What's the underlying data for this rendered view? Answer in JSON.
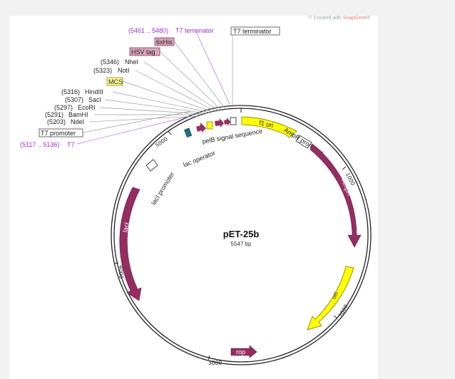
{
  "watermark": {
    "prefix": "Created with ",
    "brand": "SnapGene",
    "suffix": "®"
  },
  "plasmid": {
    "name": "pET-25b",
    "size": "5547 bp"
  },
  "ticks": [
    "1000",
    "2000",
    "3000",
    "4000",
    "5000"
  ],
  "colors": {
    "magenta": "#952d62",
    "yellow": "#ffff00",
    "leader_purple": "#b569e0",
    "leader_gray": "#9a9a9a",
    "label_purple": "#9d2fc8"
  },
  "features": {
    "f1_ori": "f1 ori",
    "ampr_promoter": "AmpR promoter",
    "ampr": "AmpR",
    "ori": "ori",
    "rop": "rop",
    "laci": "lacI",
    "laci_promoter": "lacI promoter",
    "lac_operator": "lac operator",
    "pelb": "pelB signal sequence"
  },
  "callouts": [
    {
      "range": "(5461 .. 5480)",
      "name": "T7 terminator"
    },
    {
      "name": "T7 terminator"
    },
    {
      "name": "6xHis"
    },
    {
      "name": "HSV tag"
    },
    {
      "pos": "(5346)",
      "name": "NheI"
    },
    {
      "pos": "(5323)",
      "name": "NotI"
    },
    {
      "name": "MCS"
    },
    {
      "pos": "(5316)",
      "name": "HindIII"
    },
    {
      "pos": "(5307)",
      "name": "SacI"
    },
    {
      "pos": "(5297)",
      "name": "EcoRI"
    },
    {
      "pos": "(5291)",
      "name": "BamHI"
    },
    {
      "pos": "(5203)",
      "name": "NdeI"
    },
    {
      "name": "T7 promoter"
    },
    {
      "range": "(5117 .. 5136)",
      "name": "T7"
    }
  ]
}
